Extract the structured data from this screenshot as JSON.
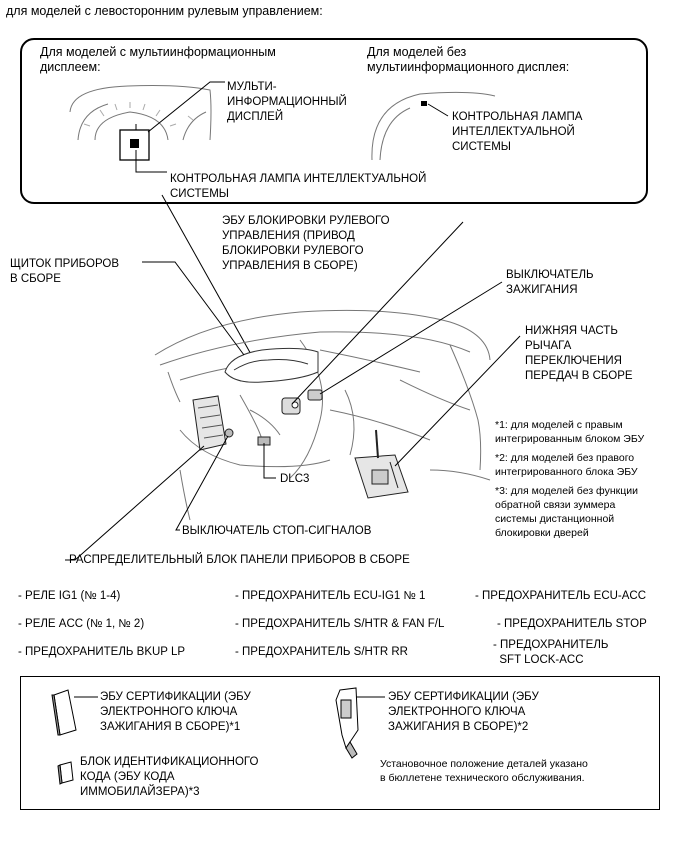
{
  "header": "для моделей с левосторонним рулевым управлением:",
  "inset": {
    "left_heading": "Для моделей с мультиинформационным\nдисплеем:",
    "right_heading": "Для моделей без\nмультиинформационного дисплея:",
    "multi_display_label": "МУЛЬТИ-\nИНФОРМАЦИОННЫЙ\nДИСПЛЕЙ",
    "indicator_left": "КОНТРОЛЬНАЯ ЛАМПА ИНТЕЛЛЕКТУАЛЬНОЙ\nСИСТЕМЫ",
    "indicator_right": "КОНТРОЛЬНАЯ ЛАМПА\nИНТЕЛЛЕКТУАЛЬНОЙ\nСИСТЕМЫ"
  },
  "callouts": {
    "steering_lock_ecu": "ЭБУ БЛОКИРОВКИ РУЛЕВОГО\nУПРАВЛЕНИЯ (ПРИВОД\nБЛОКИРОВКИ РУЛЕВОГО\nУПРАВЛЕНИЯ В СБОРЕ)",
    "instrument_panel": "ЩИТОК ПРИБОРОВ\nВ СБОРЕ",
    "ignition_switch": "ВЫКЛЮЧАТЕЛЬ\nЗАЖИГАНИЯ",
    "shift_lever": "НИЖНЯЯ ЧАСТЬ\nРЫЧАГА\nПЕРЕКЛЮЧЕНИЯ\nПЕРЕДАЧ В СБОРЕ",
    "dlc3": "DLC3",
    "stop_lamp_switch": "ВЫКЛЮЧАТЕЛЬ СТОП-СИГНАЛОВ",
    "junction_block": "РАСПРЕДЕЛИТЕЛЬНЫЙ БЛОК ПАНЕЛИ ПРИБОРОВ В СБОРЕ"
  },
  "notes": {
    "n1": "*1: для моделей с правым\nинтегрированным блоком ЭБУ",
    "n2": "*2: для моделей без правого\nинтегрированного блока ЭБУ",
    "n3": "*3: для моделей без функции\nобратной связи зуммера\nсистемы дистанционной\nблокировки дверей"
  },
  "parts_list": {
    "relay_ig1": "- РЕЛЕ IG1 (№ 1-4)",
    "relay_acc": "- РЕЛЕ ACC (№ 1, № 2)",
    "fuse_bkup": "- ПРЕДОХРАНИТЕЛЬ BKUP LP",
    "fuse_ecu_ig1": "- ПРЕДОХРАНИТЕЛЬ ECU-IG1 № 1",
    "fuse_shtr_fan": "- ПРЕДОХРАНИТЕЛЬ S/HTR & FAN F/L",
    "fuse_shtr_rr": "- ПРЕДОХРАНИТЕЛЬ S/HTR RR",
    "fuse_ecu_acc": "- ПРЕДОХРАНИТЕЛЬ ECU-ACC",
    "fuse_stop": "- ПРЕДОХРАНИТЕЛЬ STOP",
    "fuse_sft": "- ПРЕДОХРАНИТЕЛЬ\n  SFT LOCK-ACC"
  },
  "legend": {
    "cert_ecu_1": "ЭБУ СЕРТИФИКАЦИИ (ЭБУ\nЭЛЕКТРОННОГО КЛЮЧА\nЗАЖИГАНИЯ В СБОРЕ)*1",
    "id_code_box": "БЛОК ИДЕНТИФИКАЦИОННОГО\nКОДА (ЭБУ КОДА\nИММОБИЛАЙЗЕРА)*3",
    "cert_ecu_2": "ЭБУ СЕРТИФИКАЦИИ (ЭБУ\nЭЛЕКТРОННОГО КЛЮЧА\nЗАЖИГАНИЯ В СБОРЕ)*2",
    "install_note": "Установочное положение деталей указано\nв бюллетене технического обслуживания."
  }
}
